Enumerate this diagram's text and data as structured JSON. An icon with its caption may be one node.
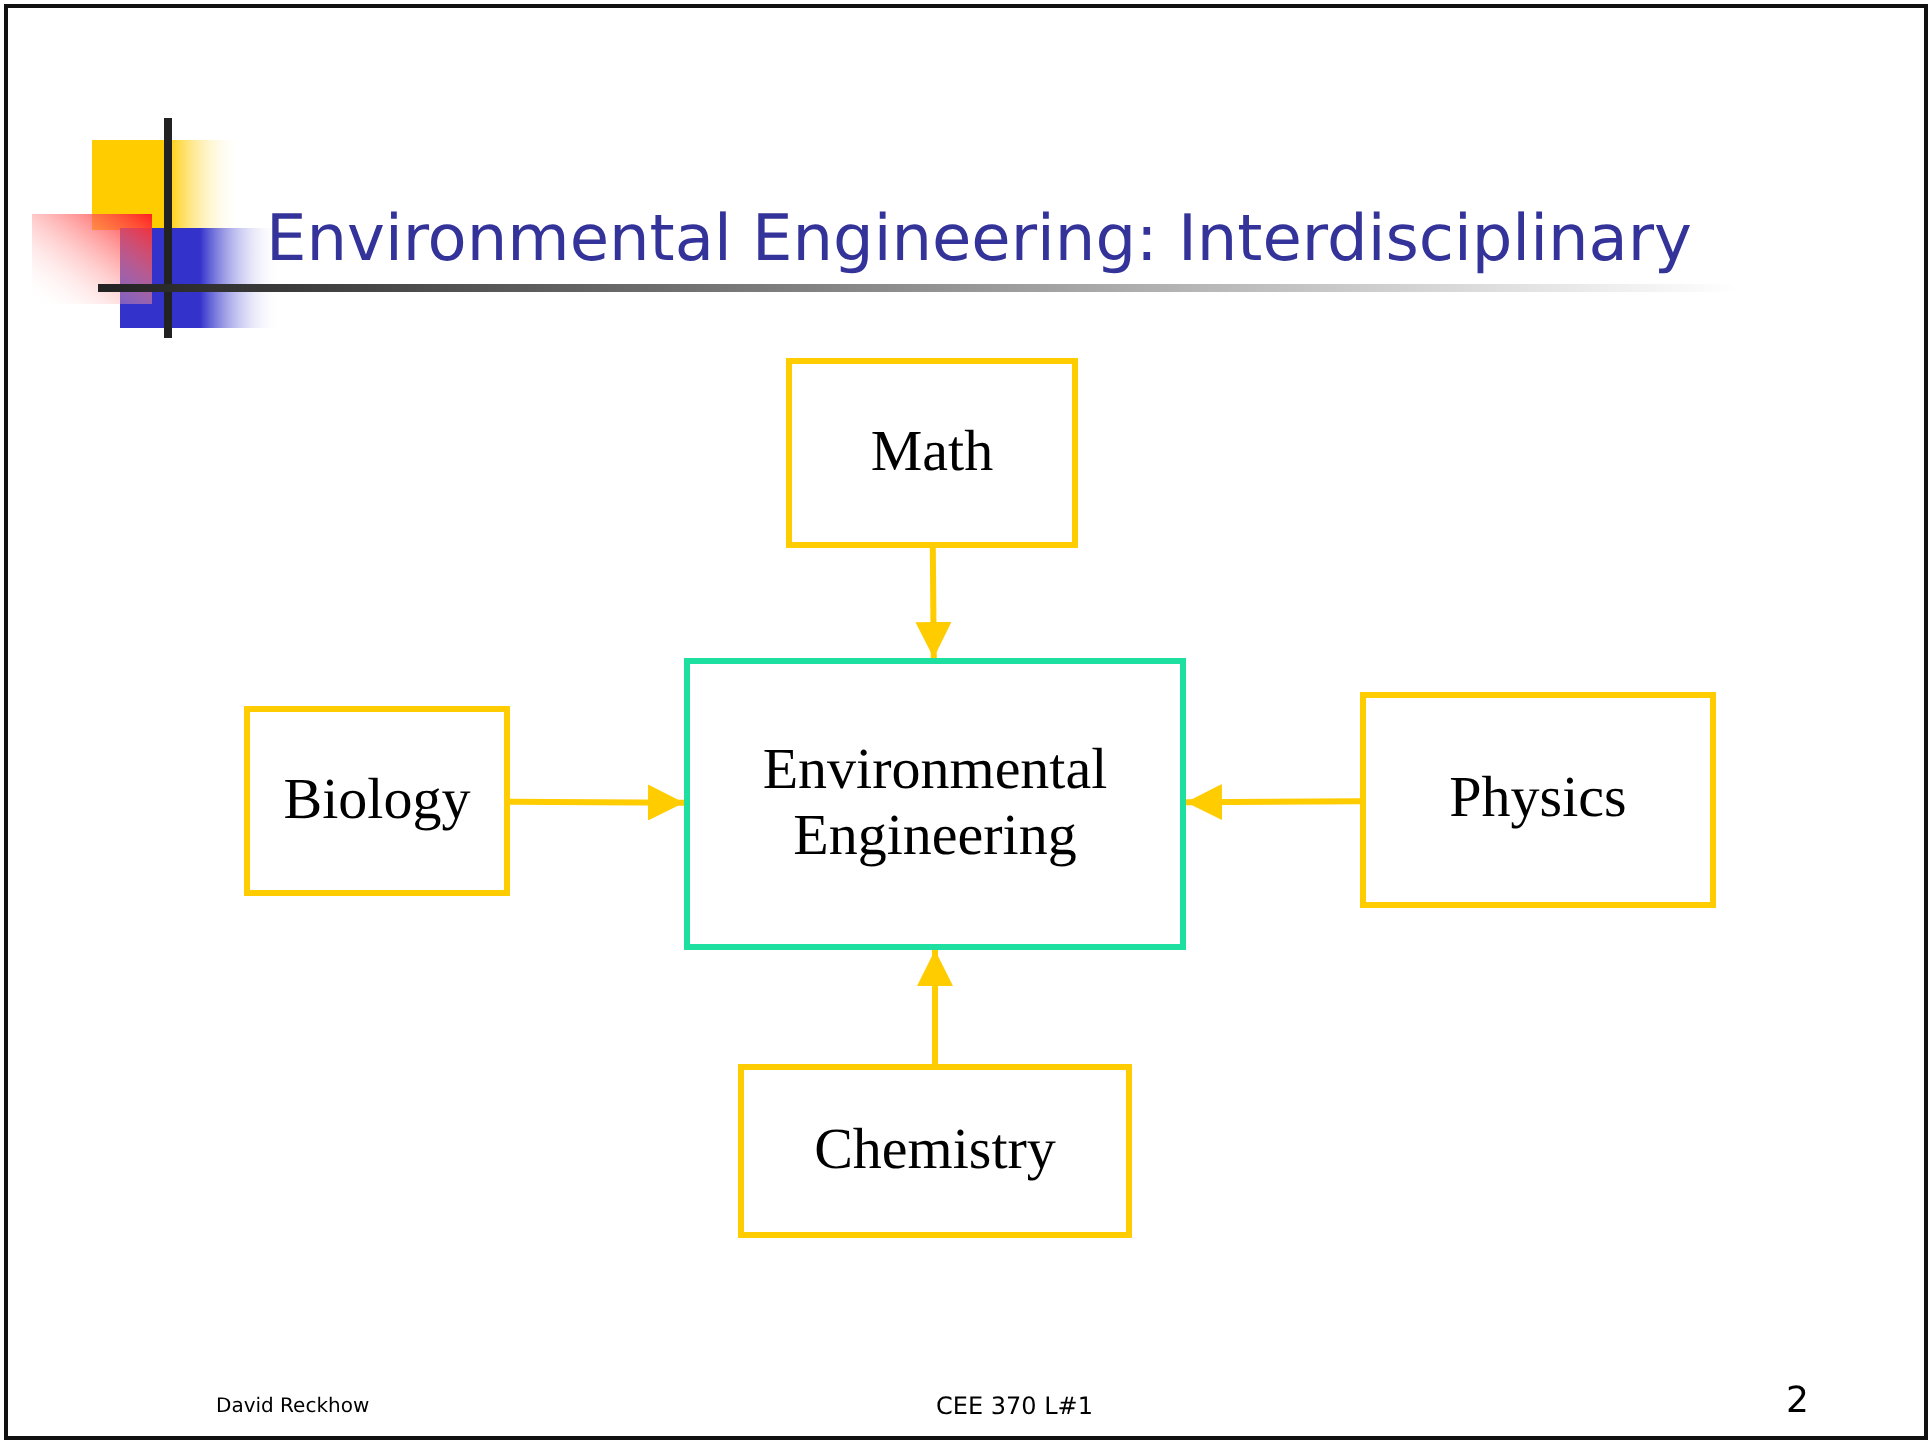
{
  "diagram": {
    "title": "Environmental Engineering: Interdisciplinary",
    "nodes": [
      {
        "text": [
          "Math"
        ]
      },
      {
        "text": [
          "Environmental Engineering"
        ]
      },
      {
        "text": [
          "Biology"
        ]
      },
      {
        "text": [
          "Physics"
        ]
      },
      {
        "text": [
          "Chemistry"
        ]
      }
    ],
    "edges": [
      {
        "from": 0,
        "to": 1,
        "arrow": "to"
      },
      {
        "from": 2,
        "to": 1,
        "arrow": "to"
      },
      {
        "from": 3,
        "to": 1,
        "arrow": "to"
      },
      {
        "from": 4,
        "to": 1,
        "arrow": "to"
      }
    ],
    "labels": [
      "David Reckhow",
      "CEE 370 L#1",
      "2"
    ]
  }
}
